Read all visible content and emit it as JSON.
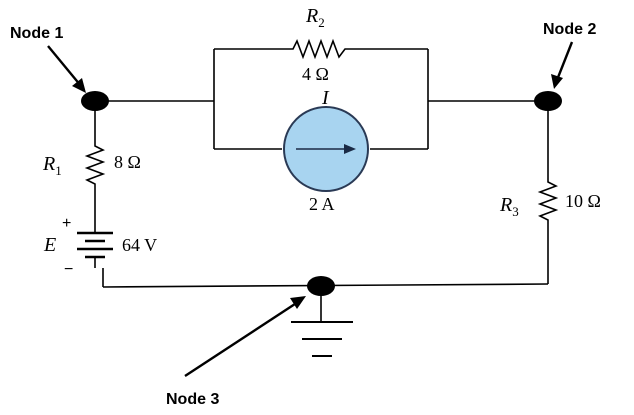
{
  "nodes": {
    "node1": {
      "label": "Node 1"
    },
    "node2": {
      "label": "Node 2"
    },
    "node3": {
      "label": "Node 3"
    }
  },
  "components": {
    "r1": {
      "symbol": "R",
      "subscript": "1",
      "value": "8 Ω"
    },
    "r2": {
      "symbol": "R",
      "subscript": "2",
      "value": "4 Ω"
    },
    "r3": {
      "symbol": "R",
      "subscript": "3",
      "value": "10 Ω"
    },
    "source_i": {
      "symbol": "I",
      "value": "2 A"
    },
    "source_e": {
      "symbol": "E",
      "value": "64 V",
      "plus": "+",
      "minus": "−"
    }
  },
  "colors": {
    "wire": "#000000",
    "current_source_fill": "#a8d4f0",
    "current_source_stroke": "#2a3a55",
    "node_dot": "#000000"
  }
}
